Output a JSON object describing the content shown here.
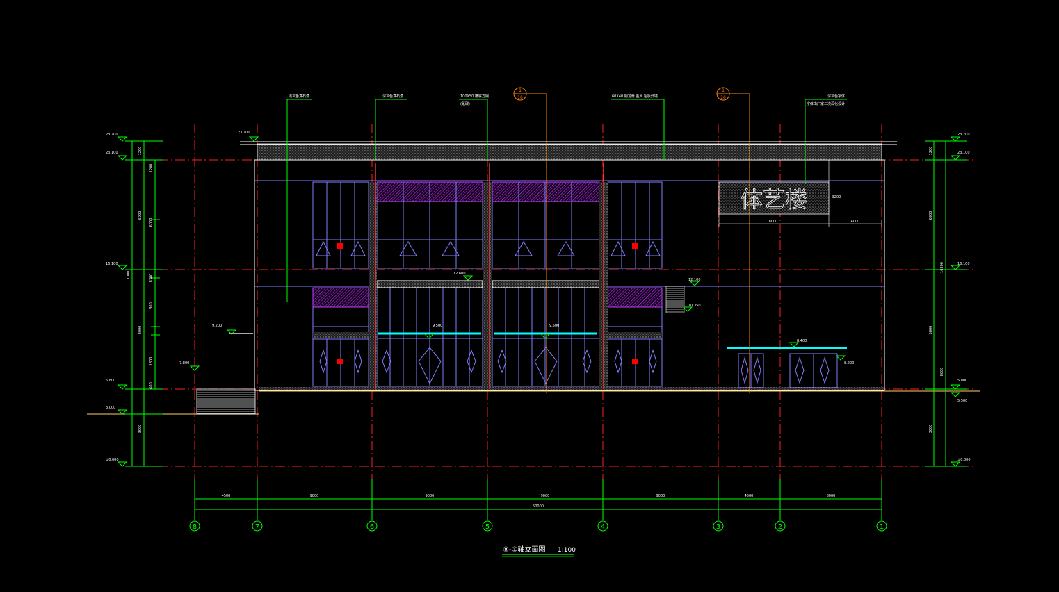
{
  "drawing": {
    "title": "⑧-①轴立面图",
    "scale": "1:100",
    "sign_text": "体艺楼",
    "axes": [
      "8",
      "7",
      "6",
      "5",
      "4",
      "3",
      "2",
      "1"
    ],
    "bottom_dims": [
      "4500",
      "9000",
      "9000",
      "9000",
      "9000",
      "4500",
      "8000"
    ],
    "total_dim": "50000",
    "left_levels": [
      "23.700",
      "23.100",
      "16.100",
      "5.800",
      "3.000",
      "±0.000"
    ],
    "right_levels": [
      "23.700",
      "23.100",
      "16.100",
      "5.800",
      "5.500",
      "±0.000"
    ],
    "left_vdims_outer": [
      "1200",
      "6900",
      "7000",
      "8000",
      "3000"
    ],
    "left_vdims_inner": [
      "1200",
      "6000",
      "8300",
      "300",
      "1800",
      "600"
    ],
    "right_vdims": [
      "1200",
      "6900",
      "10300",
      "5800",
      "8000",
      "3000"
    ],
    "mid_levels": [
      "12.600",
      "9.500",
      "9.500",
      "12.100",
      "10.350",
      "9.200",
      "7.800",
      "8.400",
      "8.200"
    ],
    "callouts": [
      "1",
      "16",
      "1",
      "16"
    ],
    "notes": [
      "浅灰色真石漆",
      "深灰色真石漆",
      "100X50 镀锌方钢",
      "(氟碳)",
      "60X40 钢龙骨 金属 铝板外墙",
      "深灰色字体",
      "字体由厂家二次深化设计"
    ],
    "sign_dims": [
      "8000",
      "4000",
      "3200"
    ],
    "colors": {
      "background": "#000000",
      "axis_line": "#ff2020",
      "dimension": "#00ff00",
      "facade_outline": "#ffffff",
      "frame": "#8080ff",
      "hatch": "#c040ff",
      "canopy": "#00ffff",
      "callout": "#ff8000",
      "column": "#ff3030"
    }
  }
}
